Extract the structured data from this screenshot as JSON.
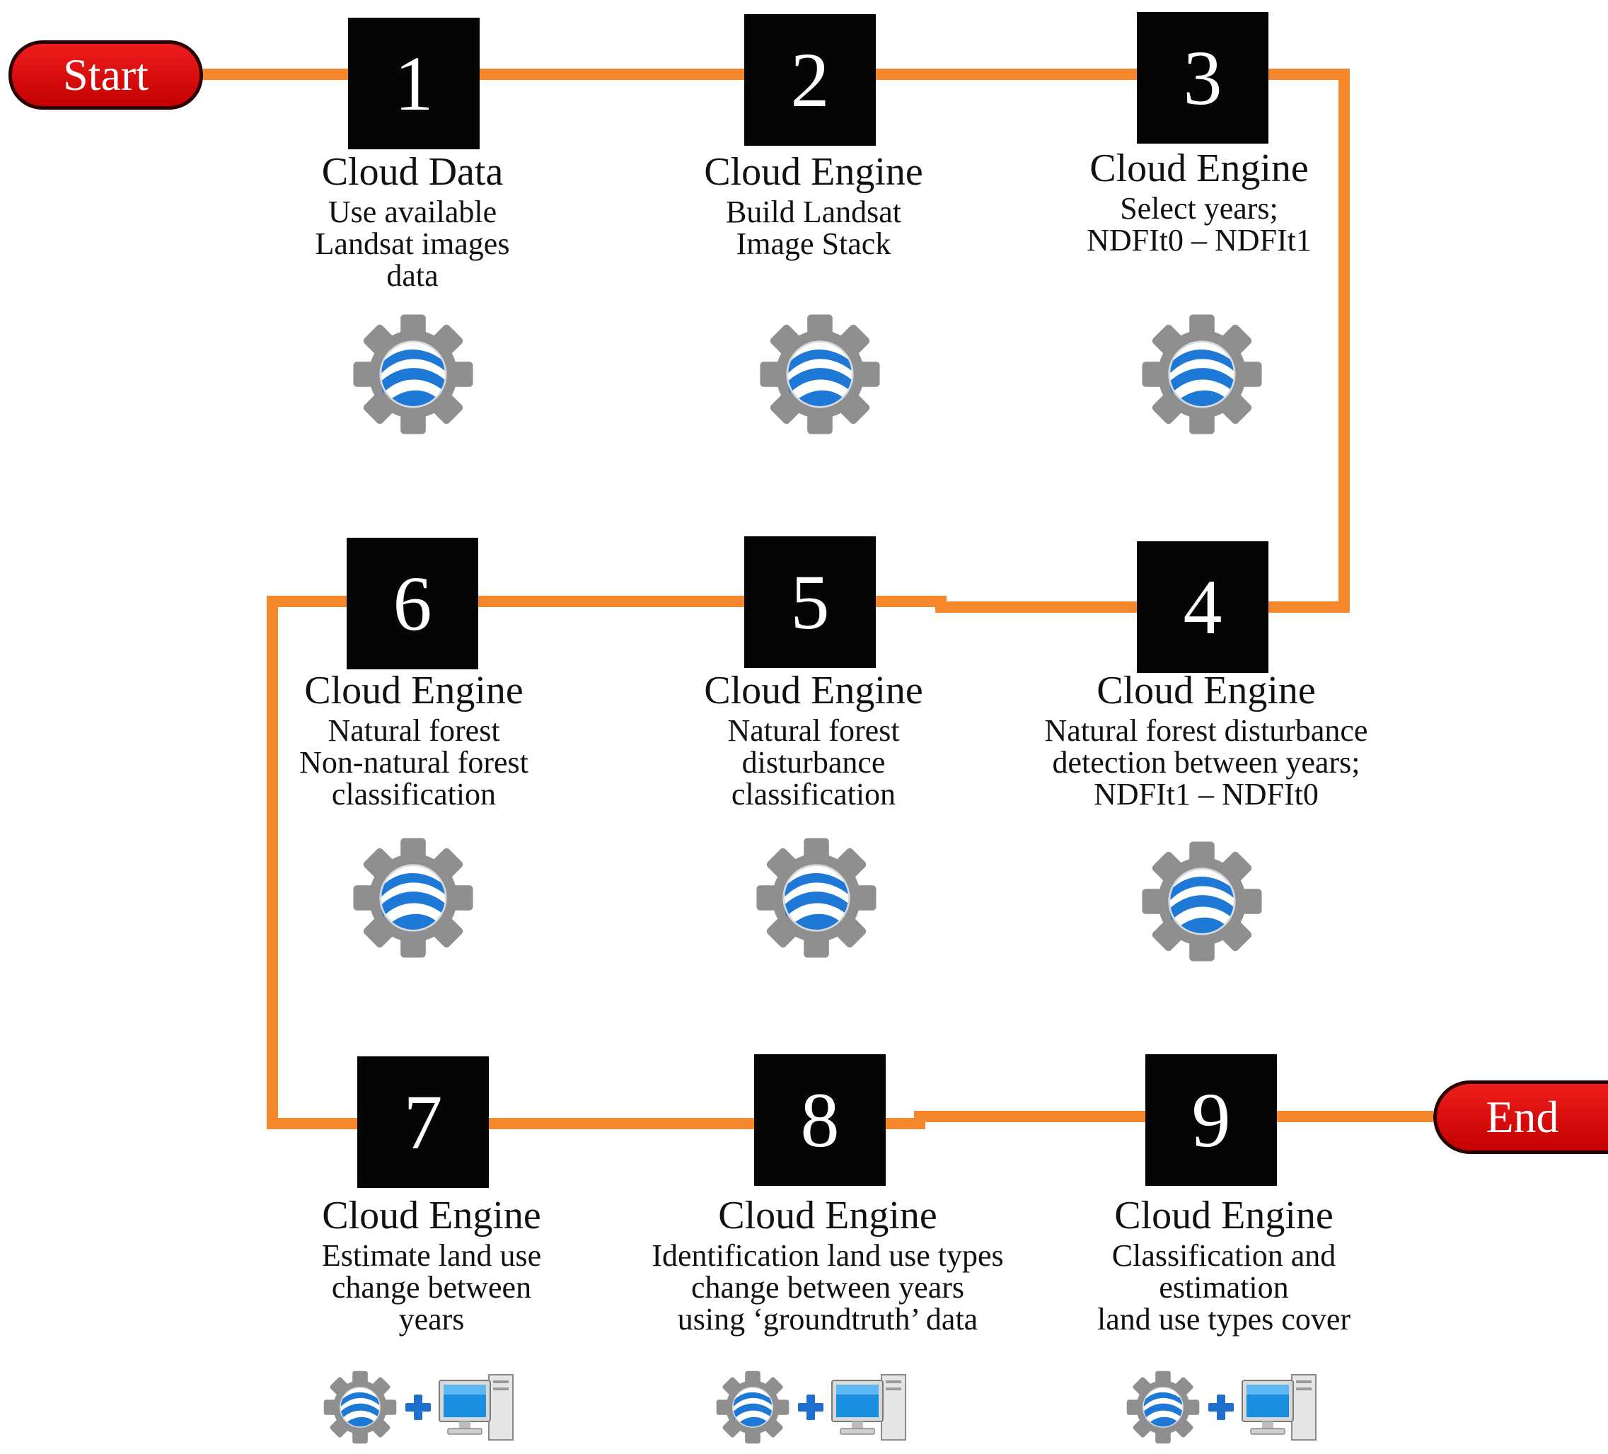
{
  "start_label": "Start",
  "end_label": "End",
  "steps": [
    {
      "number": "1",
      "title": "Cloud Data",
      "lines": [
        "Use available",
        "Landsat images",
        "data"
      ],
      "icon": "earth-engine-gear-icon"
    },
    {
      "number": "2",
      "title": "Cloud Engine",
      "lines": [
        "Build Landsat",
        "Image Stack"
      ],
      "icon": "earth-engine-gear-icon"
    },
    {
      "number": "3",
      "title": "Cloud Engine",
      "lines": [
        "Select years;",
        "NDFIt0 – NDFIt1"
      ],
      "icon": "earth-engine-gear-icon"
    },
    {
      "number": "4",
      "title": "Cloud Engine",
      "lines": [
        "Natural forest disturbance",
        "detection between years;",
        "NDFIt1 – NDFIt0"
      ],
      "icon": "earth-engine-gear-icon"
    },
    {
      "number": "5",
      "title": "Cloud Engine",
      "lines": [
        "Natural forest",
        "disturbance",
        "classification"
      ],
      "icon": "earth-engine-gear-icon"
    },
    {
      "number": "6",
      "title": "Cloud Engine",
      "lines": [
        "Natural forest",
        "Non-natural forest",
        "classification"
      ],
      "icon": "earth-engine-gear-icon"
    },
    {
      "number": "7",
      "title": "Cloud Engine",
      "lines": [
        "Estimate land use",
        "change between",
        "years"
      ],
      "icon": "earth-engine-plus-computer-icon"
    },
    {
      "number": "8",
      "title": "Cloud Engine",
      "lines": [
        "Identification land use types",
        "change between years",
        "using ‘groundtruth’ data"
      ],
      "icon": "earth-engine-plus-computer-icon"
    },
    {
      "number": "9",
      "title": "Cloud Engine",
      "lines": [
        "Classification and",
        "estimation",
        "land use types cover"
      ],
      "icon": "earth-engine-plus-computer-icon"
    }
  ],
  "colors": {
    "connector": "#f5872d",
    "terminal": "#e00a0a",
    "step_box": "#050505",
    "gear": "#8f8f8f",
    "globe_blue": "#1e78d6",
    "plus": "#1f6fcf"
  }
}
